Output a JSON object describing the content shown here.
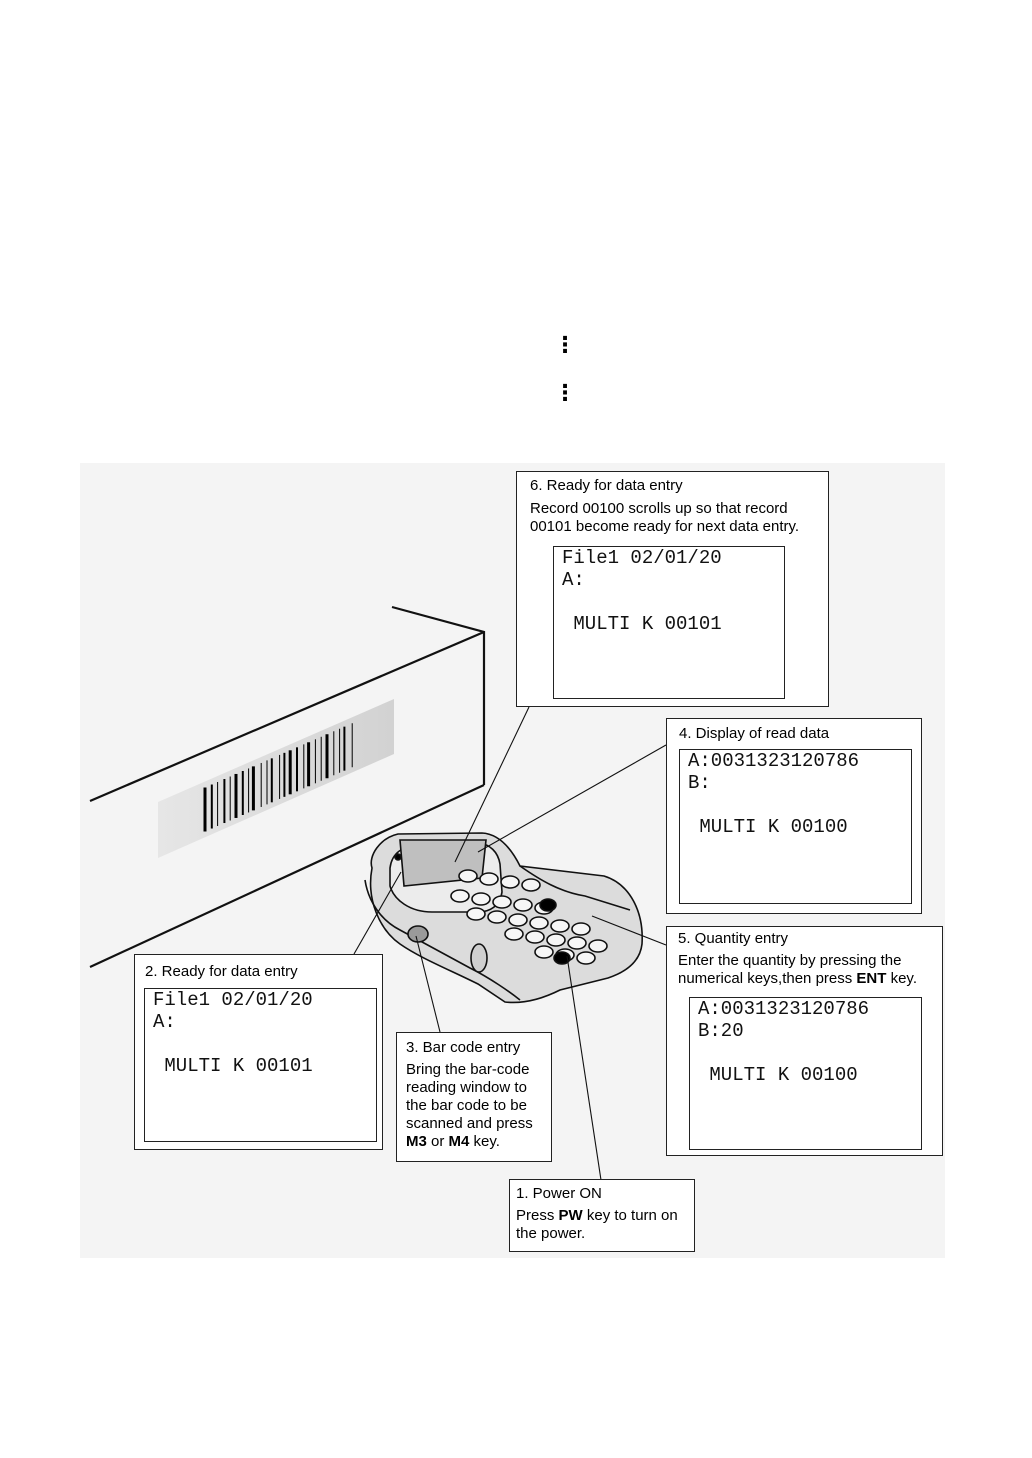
{
  "vertical_dots": [
    "⋮",
    "⋮"
  ],
  "callouts": {
    "step6": {
      "title": "6. Ready for data entry",
      "body": "Record 00100 scrolls up so that record 00101 become ready for next data entry.",
      "screen": {
        "line1": "File1 02/01/20",
        "line2": "A:",
        "line3": " MULTI K 00101"
      }
    },
    "step4": {
      "title": "4. Display of read data",
      "screen": {
        "line1": "A:0031323120786",
        "line2": "B:",
        "line3": " MULTI K 00100"
      }
    },
    "step5": {
      "title": "5. Quantity entry",
      "body_pre": "Enter the quantity by pressing the numerical keys,then press ",
      "body_key": "ENT",
      "body_post": " key.",
      "screen": {
        "line1": "A:0031323120786",
        "line2": "B:20",
        "line3": " MULTI K 00100"
      }
    },
    "step2": {
      "title": "2. Ready for data entry",
      "screen": {
        "line1": "File1 02/01/20",
        "line2": "A:",
        "line3": " MULTI K 00101"
      }
    },
    "step3": {
      "title": "3. Bar code entry",
      "body_pre": "Bring the bar-code reading window to the bar code to be scanned and press ",
      "key1": "M3",
      "mid": " or ",
      "key2": "M4",
      "body_post": " key."
    },
    "step1": {
      "title": "1. Power ON",
      "body_pre": "Press ",
      "body_key": "PW",
      "body_post": " key to turn on the power."
    }
  }
}
